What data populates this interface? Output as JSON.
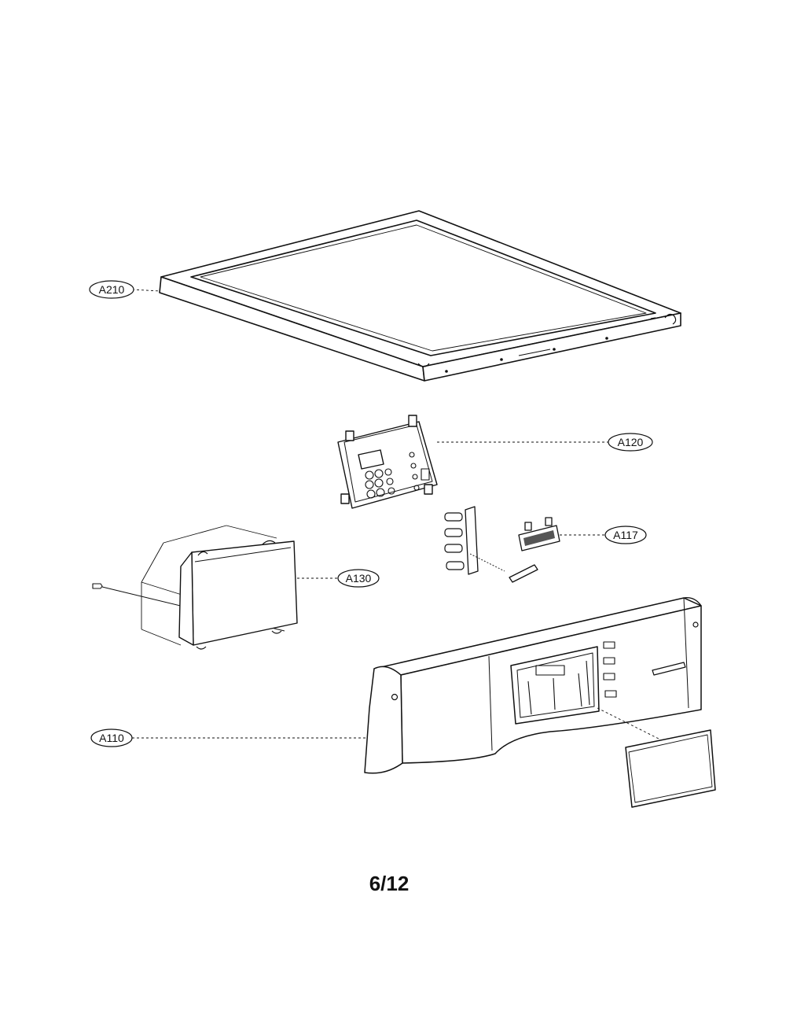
{
  "parts": {
    "top_cover": {
      "label": "A210"
    },
    "pcb_assembly": {
      "label": "A120"
    },
    "button_assembly": {
      "label": "A117"
    },
    "detergent_drawer": {
      "label": "A130"
    },
    "control_panel": {
      "label": "A110"
    }
  },
  "page_number": "6/12",
  "colors": {
    "line": "#111111",
    "background": "#ffffff"
  }
}
